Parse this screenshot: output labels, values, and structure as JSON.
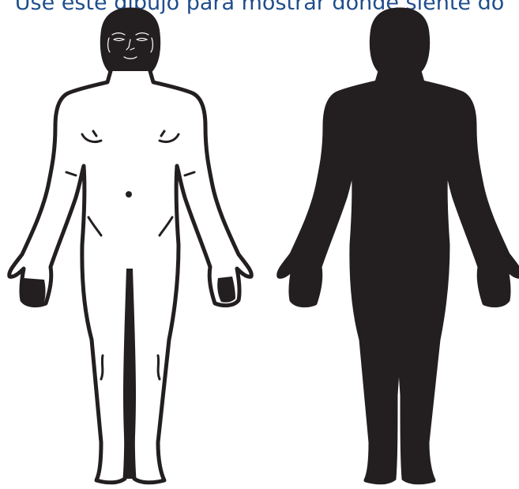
{
  "instruction": {
    "text": "Use este dibujo para mostrar dónde siente do"
  },
  "figures": [
    {
      "view": "front-outline",
      "style": "outline"
    },
    {
      "view": "back-silhouette",
      "style": "filled"
    }
  ],
  "colors": {
    "instruction_text": "#1f4e8c",
    "figure_ink": "#231f20",
    "figure_skin": "#ffffff"
  }
}
